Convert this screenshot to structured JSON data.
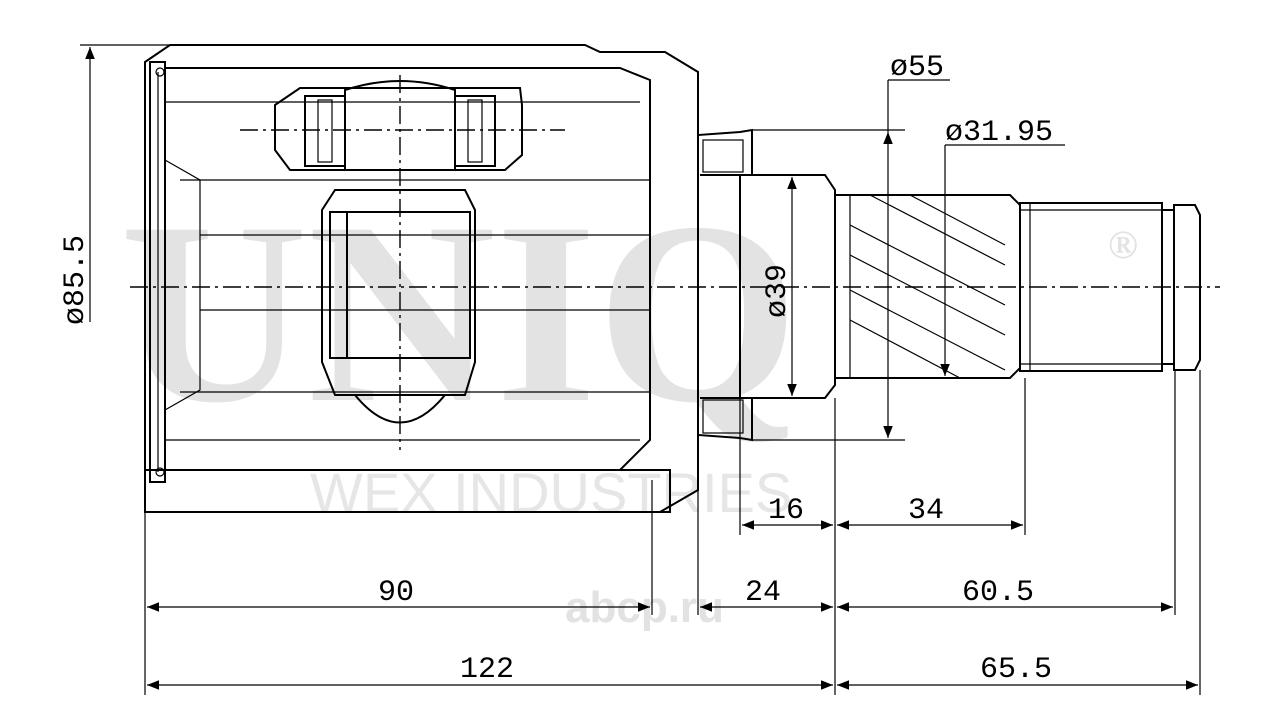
{
  "watermark": {
    "brand": "UNIQ",
    "registered": "®",
    "subtitle": "WEX INDUSTRIES",
    "site": "abcp.ru"
  },
  "dimensions": {
    "d_outer": "ø85.5",
    "d_collar": "ø55",
    "d_spline": "ø31.95",
    "d_seat": "ø39",
    "len_16": "16",
    "len_34": "34",
    "len_90": "90",
    "len_24": "24",
    "len_60_5": "60.5",
    "len_122": "122",
    "len_65_5": "65.5"
  }
}
